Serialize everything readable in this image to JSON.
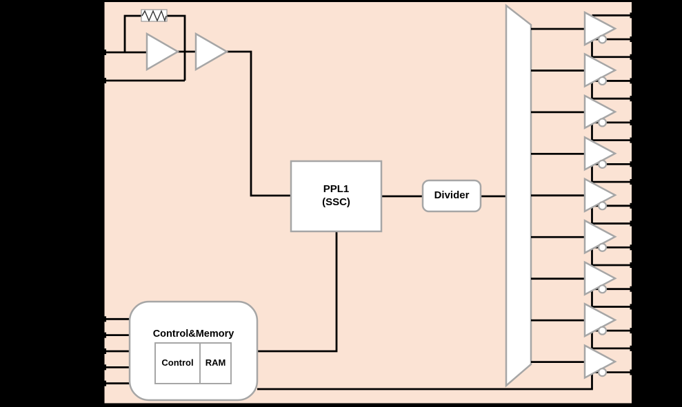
{
  "diagram": {
    "type": "chip-block-diagram",
    "description": "Clock generator IC: crystal oscillator amplifiers feed PLL with SSC, divider, output mux and differential output buffers",
    "colors": {
      "background": "#000000",
      "chip_fill": "#fbe3d4",
      "chip_border": "#000000",
      "wire": "#000000",
      "block_border": "#a6a6a6",
      "block_fill": "#ffffff"
    }
  },
  "blocks": {
    "pll": {
      "line1": "PPL1",
      "line2": "(SSC)"
    },
    "divider": {
      "label": "Divider"
    },
    "control_memory": {
      "title": "Control&Memory",
      "cell1": "Control",
      "cell2": "RAM"
    }
  },
  "counts": {
    "output_buffers": 9,
    "right_edge_pins": 18,
    "left_control_pins": 5,
    "crystal_pins": 2,
    "input_amplifiers": 2
  }
}
